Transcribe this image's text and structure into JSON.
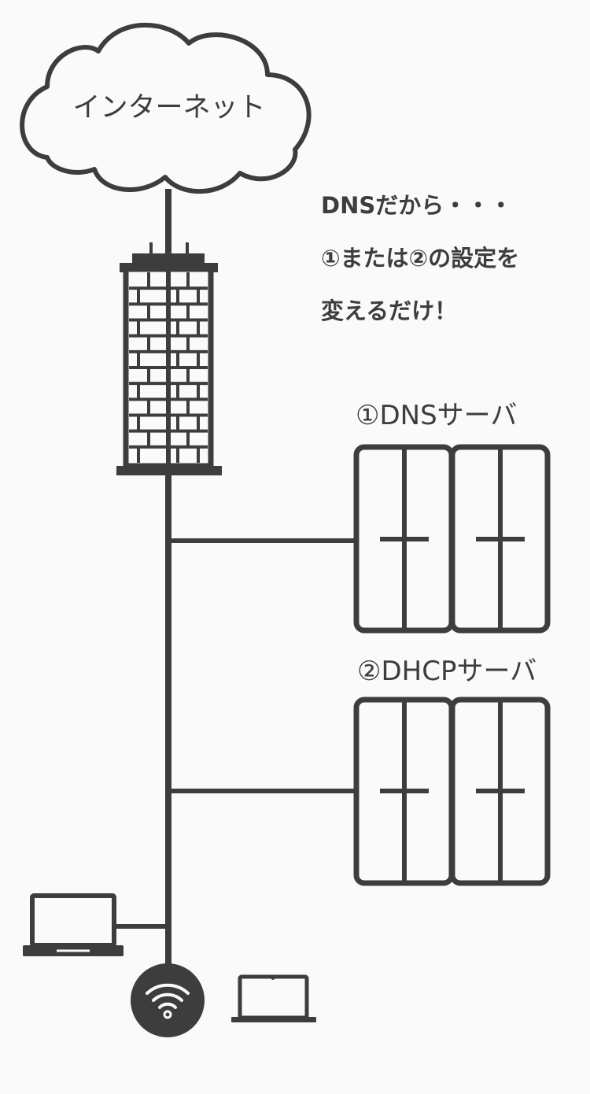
{
  "internet": {
    "label": "インターネット"
  },
  "note": {
    "lines": [
      "DNSだから・・・",
      "①または②の設定を",
      "変えるだけ！"
    ]
  },
  "servers": [
    {
      "label": "①DNSサーバ"
    },
    {
      "label": "②DHCPサーバ"
    }
  ],
  "colors": {
    "stroke": "#3d3d3d",
    "background": "#fafafa"
  },
  "icons": [
    "cloud-icon",
    "firewall-icon",
    "server-icon",
    "laptop-icon",
    "wifi-router-icon"
  ]
}
